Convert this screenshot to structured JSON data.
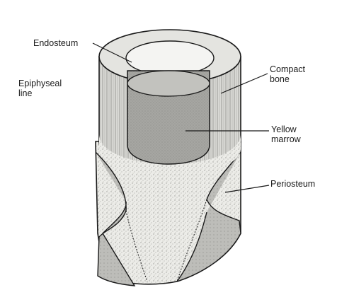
{
  "labels": {
    "endosteum": "Endosteum",
    "epiphyseal_line": "Epiphyseal\nline",
    "compact_bone": "Compact\nbone",
    "yellow_marrow": "Yellow\nmarrow",
    "periosteum": "Periosteum"
  },
  "colors": {
    "ink": "#1a1a1a",
    "compact_bone": "#dcdcd8",
    "marrow": "#9a9a96",
    "periosteum": "#b8b8b4",
    "spongy": "#e6e6e2"
  }
}
